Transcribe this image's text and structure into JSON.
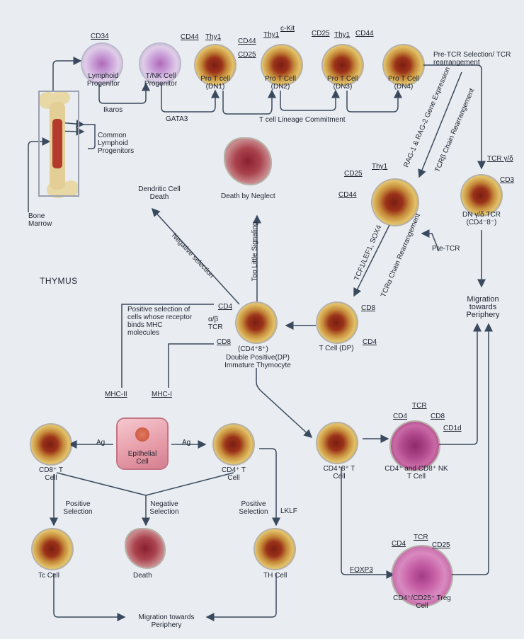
{
  "title": "THYMUS",
  "bone_marrow": {
    "label": "Bone Marrow",
    "common_progenitors": "Common Lymphoid Progenitors"
  },
  "progenitors": {
    "lymphoid": {
      "marker": "CD34",
      "label": "Lymphoid Progenitor"
    },
    "tnk": {
      "label": "T/NK Cell Progenitor"
    },
    "ikaros": "Ikaros",
    "gata3": "GATA3"
  },
  "pro_t": {
    "dn1": {
      "label": "Pro T cell (DN1)",
      "markers": [
        "CD44",
        "Thy1"
      ]
    },
    "dn2": {
      "label": "Pro T Cell (DN2)",
      "markers": [
        "CD44",
        "Thy1",
        "c-Kit",
        "CD25"
      ]
    },
    "dn3": {
      "label": "Pro T Cell (DN3)",
      "markers": [
        "CD25",
        "Thy1",
        "CD44"
      ]
    },
    "dn4": {
      "label": "Pro T Cell (DN4)"
    },
    "lineage_commitment": "T cell Lineage Commitment",
    "pre_tcr_selection": "Pre-TCR Selection/ TCR rearrangement"
  },
  "rearrangement": {
    "rag": "RAG-1 & RAG-2 Gene Expression",
    "tcr_beta": "TCRβ Chain Rearrangement",
    "tcf": "TCF1/LEF1, SOX4",
    "tcr_alpha": "TCRα Chain Rearrangement",
    "pre_tcr": "Pre-TCR",
    "pre_tcr_markers": [
      "CD25",
      "Thy1",
      "CD44"
    ]
  },
  "dn_gamma_delta": {
    "marker_tcr": "TCR γ/δ",
    "marker_cd3": "CD3",
    "label": "DN γ/δ TCR (CD4⁻8⁻)"
  },
  "migration_right": "Migration towards Periphery",
  "death_neglect": {
    "label": "Death by Neglect",
    "signal": "Too Little Signaling"
  },
  "dendritic": {
    "label": "Dendritic Cell Death",
    "negative_selection": "Negative selection"
  },
  "dp_cell": {
    "label": "T Cell (DP)",
    "markers": [
      "CD8",
      "CD4"
    ]
  },
  "dp_thymocyte": {
    "markers": [
      "CD4",
      "α/β TCR",
      "CD8"
    ],
    "formula": "(CD4⁺8⁺)",
    "label": "Double Positive(DP) Immature Thymocyte",
    "positive_selection_note": "Positive selection of cells whose receptor binds MHC molecules"
  },
  "mhc": {
    "mhc2": "MHC-II",
    "mhc1": "MHC-I"
  },
  "epithelial": {
    "label": "Epithelial Cell",
    "ag_left": "Ag",
    "ag_right": "Ag"
  },
  "cd8_cell": {
    "label": "CD8⁺ T Cell"
  },
  "cd4_cell": {
    "label": "CD4⁺ T Cell"
  },
  "selections": {
    "positive_left": "Positive Selection",
    "negative": "Negative Selection",
    "positive_right": "Positive Selection",
    "lklf": "LKLF"
  },
  "bottom": {
    "tc": "Tc Cell",
    "death": "Death",
    "th": "TH Cell",
    "migration": "Migration towards Periphery"
  },
  "dp_periphery": {
    "label": "CD4⁺8⁺ T Cell"
  },
  "nk_t": {
    "markers": [
      "CD4",
      "TCR",
      "CD8",
      "CD1d"
    ],
    "label": "CD4⁺ and CD8⁺ NK T Cell"
  },
  "treg": {
    "foxp3": "FOXP3",
    "markers": [
      "CD4",
      "TCR",
      "CD25"
    ],
    "label": "CD4⁺/CD25⁺ Treg Cell"
  },
  "colors": {
    "arrow": "#3a4a5e",
    "background": "#e9ecf1"
  }
}
